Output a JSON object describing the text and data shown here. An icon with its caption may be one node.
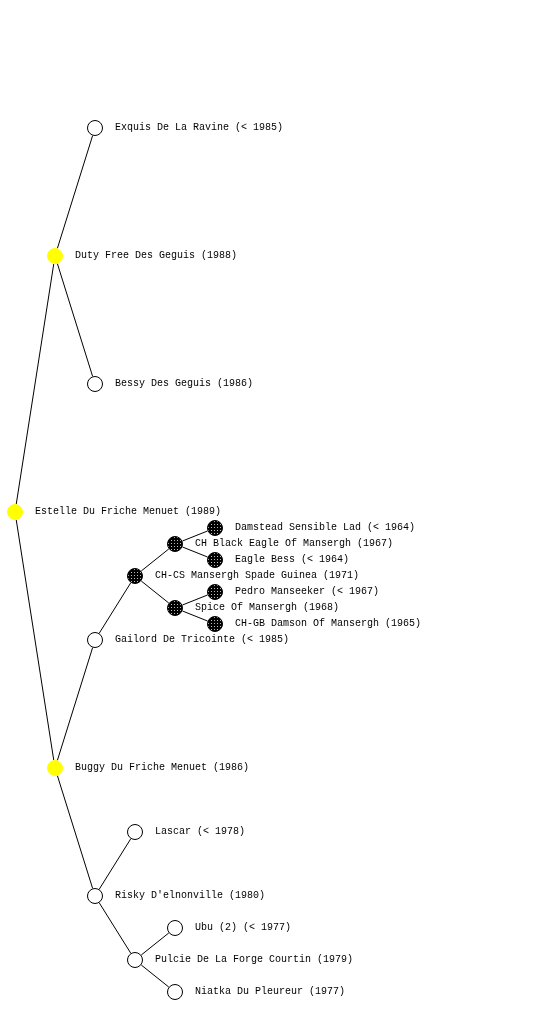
{
  "diagram": {
    "nodes": [
      {
        "text": [],
        "shape": "circle",
        "beside": [
          "Exquis De La Ravine (< 1985)"
        ]
      },
      {
        "text": [],
        "shape": "circle",
        "beside": [
          "Duty Free Des Geguis (1988)"
        ]
      },
      {
        "text": [],
        "shape": "circle",
        "beside": [
          "Bessy Des Geguis (1986)"
        ]
      },
      {
        "text": [],
        "shape": "circle"
      },
      {
        "text": [],
        "shape": "circle",
        "beside": [
          "Damstead Sensible Lad (< 1964)"
        ]
      },
      {
        "text": [],
        "shape": "circle"
      },
      {
        "text": [],
        "shape": "circle",
        "beside": [
          "Eagle Bess (< 1964)"
        ]
      },
      {
        "text": [],
        "shape": "circle"
      },
      {
        "text": [],
        "shape": "circle",
        "beside": [
          "Pedro Manseeker (< 1967)"
        ]
      },
      {
        "text": [],
        "shape": "circle"
      },
      {
        "text": [],
        "shape": "circle",
        "beside": [
          "CH-GB Damson Of Mansergh (1965)"
        ]
      },
      {
        "text": [],
        "shape": "circle"
      },
      {
        "text": [],
        "shape": "circle",
        "beside": [
          "Buggy Du Friche Menuet (1986)"
        ]
      },
      {
        "text": [],
        "shape": "circle",
        "beside": [
          "Lascar (< 1978)"
        ]
      },
      {
        "text": [],
        "shape": "circle",
        "beside": [
          "Risky D'elnonville (1980)"
        ]
      },
      {
        "text": [],
        "shape": "circle",
        "beside": [
          "Ubu (2) (< 1977)"
        ]
      },
      {
        "text": [],
        "shape": "circle",
        "beside": [
          "Pulcie De La Forge Courtin (1979)"
        ]
      },
      {
        "text": [],
        "shape": "circle",
        "beside": [
          "Niatka Du Pleureur (1977)"
        ]
      }
    ],
    "edges": [
      {
        "from": 3,
        "to": 1,
        "arrow": "none"
      },
      {
        "from": 1,
        "to": 0,
        "arrow": "none"
      },
      {
        "from": 1,
        "to": 2,
        "arrow": "none"
      },
      {
        "from": 3,
        "to": 12,
        "arrow": "none"
      },
      {
        "from": 12,
        "to": 11,
        "arrow": "none"
      },
      {
        "from": 11,
        "to": 7,
        "arrow": "none"
      },
      {
        "from": 7,
        "to": 5,
        "arrow": "none"
      },
      {
        "from": 5,
        "to": 4,
        "arrow": "none"
      },
      {
        "from": 5,
        "to": 6,
        "arrow": "none"
      },
      {
        "from": 7,
        "to": 9,
        "arrow": "none"
      },
      {
        "from": 9,
        "to": 8,
        "arrow": "none"
      },
      {
        "from": 9,
        "to": 10,
        "arrow": "none"
      },
      {
        "from": 12,
        "to": 14,
        "arrow": "none"
      },
      {
        "from": 14,
        "to": 13,
        "arrow": "none"
      },
      {
        "from": 14,
        "to": 16,
        "arrow": "none"
      },
      {
        "from": 16,
        "to": 15,
        "arrow": "none"
      },
      {
        "from": 16,
        "to": 17,
        "arrow": "none"
      }
    ],
    "labels": [
      "Estelle Du Friche Menuet (1989)",
      "CH Black Eagle Of Mansergh (1967)",
      "CH-CS Mansergh Spade Guinea (1971)",
      "Spice Of Mansergh (1968)",
      "Gailord De Tricointe (< 1985)"
    ]
  }
}
